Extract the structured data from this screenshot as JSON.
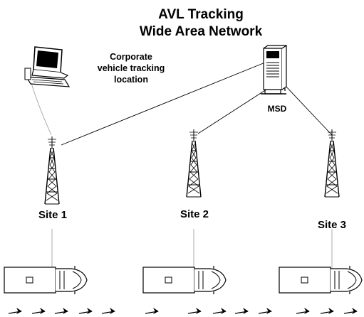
{
  "title": {
    "line1": "AVL Tracking",
    "line2": "Wide Area Network"
  },
  "corporate": {
    "line1": "Corporate",
    "line2": "vehicle tracking",
    "line3": "location"
  },
  "server": {
    "label": "MSD"
  },
  "sites": [
    {
      "label": "Site 1"
    },
    {
      "label": "Site 2"
    },
    {
      "label": "Site 3"
    }
  ]
}
